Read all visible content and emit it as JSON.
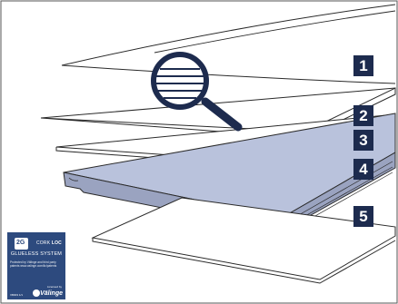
{
  "layers": [
    {
      "number": "1"
    },
    {
      "number": "2"
    },
    {
      "number": "3"
    },
    {
      "number": "4"
    },
    {
      "number": "5"
    }
  ],
  "colors": {
    "badge": "#1d2b4e",
    "core": "#b9c2dc",
    "core_edge": "#9aa3c0",
    "line": "#2a2a2a",
    "frame": "#555555",
    "logo_bg": "#2d4a7e"
  },
  "magnifier_icon": "magnifier-icon",
  "logo": {
    "badge": "2G",
    "brand_prefix": "CORK",
    "brand_bold": "LOC",
    "system": "GLUELESS SYSTEM",
    "patent": "Protected by Välinge and third party patents www.valinge.com/lic/patents",
    "licensed": "Licensed by",
    "company": "Välinge",
    "reference": "VB003 1/1"
  }
}
